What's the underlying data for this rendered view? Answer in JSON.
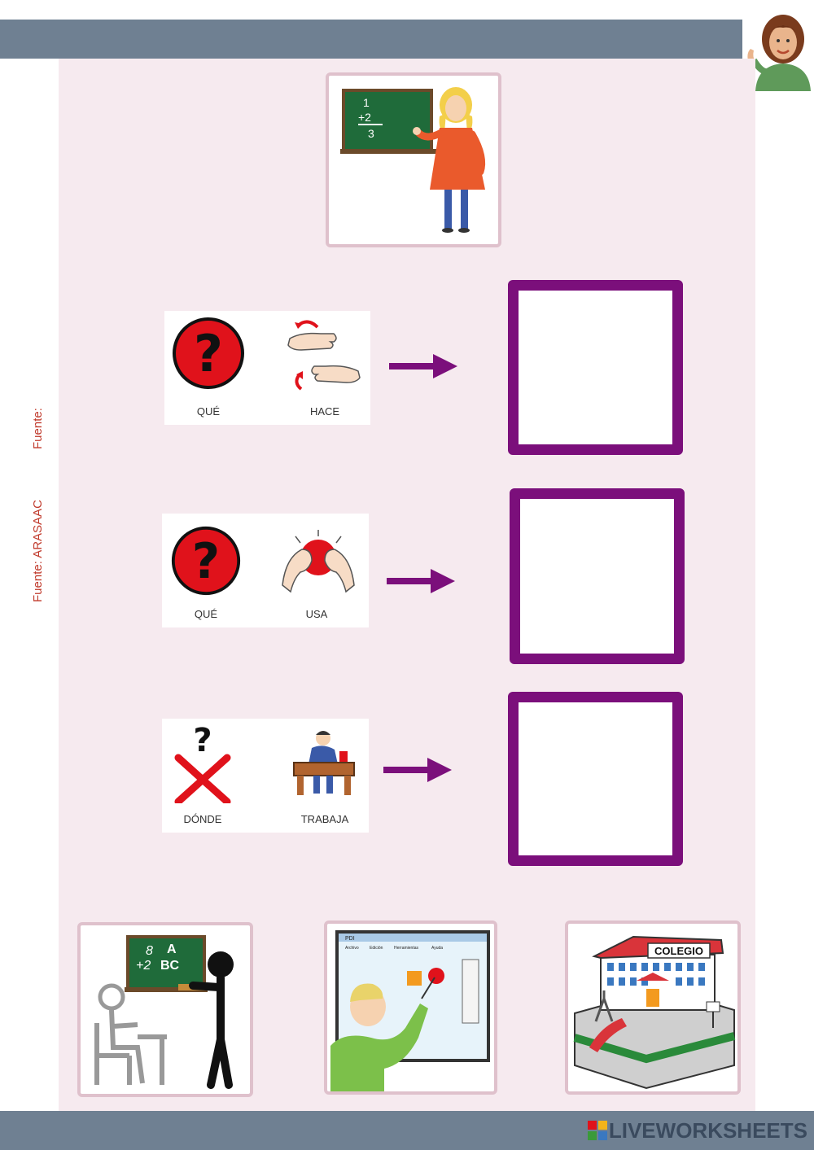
{
  "header": {
    "avatar_icon": "teacher-avatar-icon"
  },
  "sidebar": {
    "source_label_1": "Fuente:",
    "source_label_2": "Fuente: ARASAAC"
  },
  "main_picto": {
    "icon": "teacher-at-chalkboard-icon",
    "board_lines": [
      "1",
      "+2",
      "3"
    ]
  },
  "questions": [
    {
      "left_label": "QUÉ",
      "right_label": "HACE",
      "left_icon": "question-mark-icon",
      "right_icon": "hands-doing-icon"
    },
    {
      "left_label": "QUÉ",
      "right_label": "USA",
      "left_icon": "question-mark-icon",
      "right_icon": "hands-using-icon"
    },
    {
      "left_label": "DÓNDE",
      "right_label": "TRABAJA",
      "left_icon": "where-question-icon",
      "right_icon": "person-at-desk-icon"
    }
  ],
  "options": [
    {
      "icon": "teaching-students-icon",
      "board_lines": [
        "8",
        "+2",
        "A",
        "BC"
      ]
    },
    {
      "icon": "interactive-whiteboard-icon",
      "menu": [
        "PDI",
        "Archivo",
        "Edición",
        "Herramientas",
        "Ayuda"
      ]
    },
    {
      "icon": "school-building-icon",
      "sign": "COLEGIO"
    }
  ],
  "footer": {
    "brand_mark": "LIVE",
    "brand_name": "LIVEWORKSHEETS"
  },
  "colors": {
    "accent": "#7b0f7b",
    "bar": "#6f8092",
    "background": "#f6eaef",
    "frame": "#dfc1cc"
  }
}
